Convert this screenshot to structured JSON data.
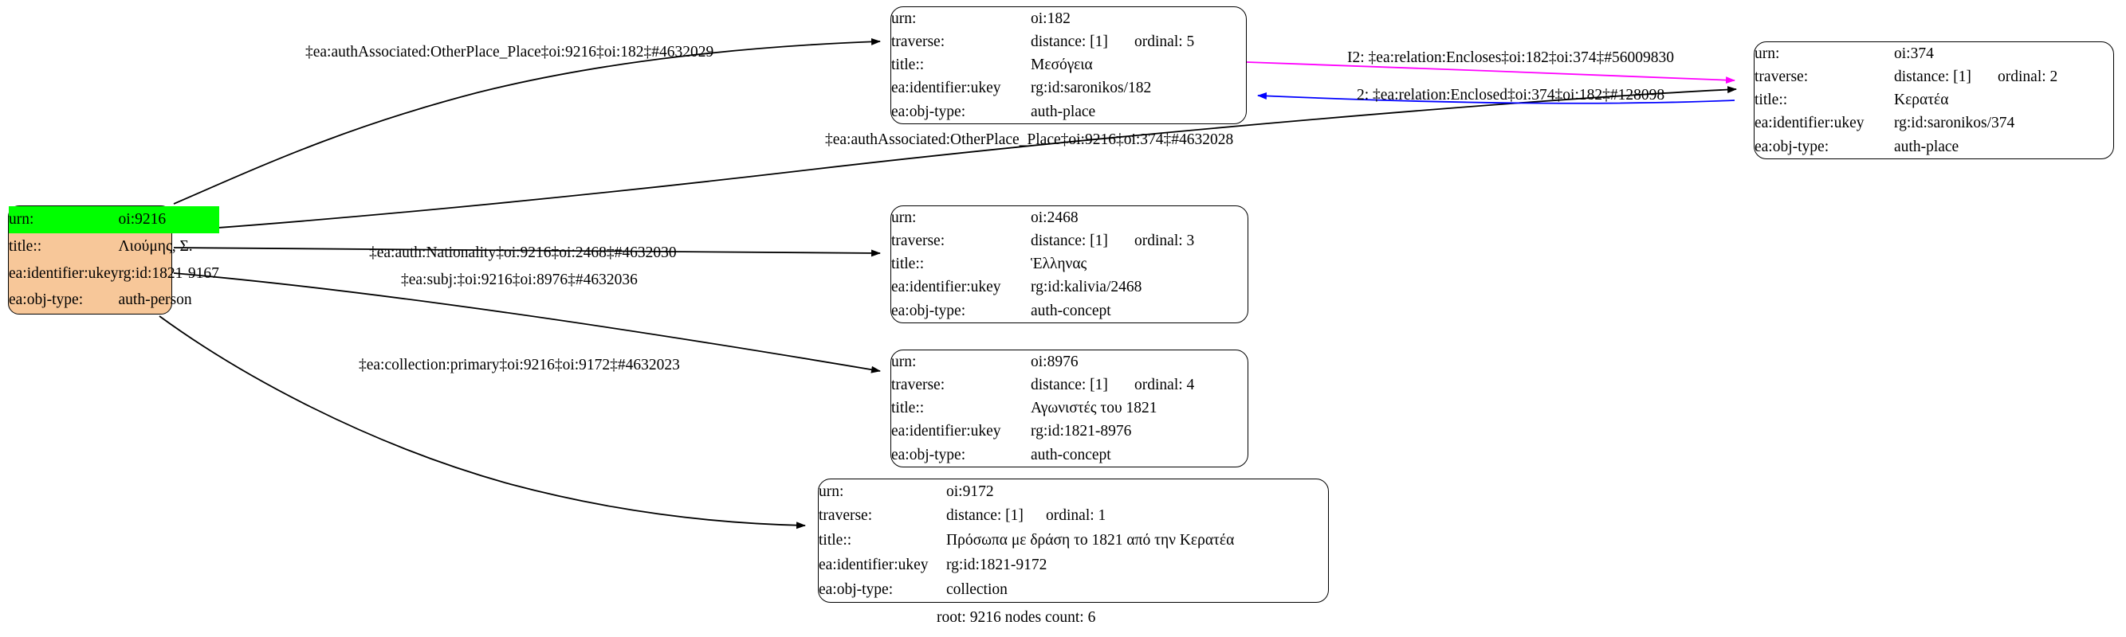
{
  "graph": {
    "caption": "root: 9216 nodes count: 6",
    "colors": {
      "root_fill": "#f7c799",
      "highlight_fill": "#00ff00",
      "node_fill": "#ffffff",
      "node_stroke": "#000000",
      "edge_default": "#000000",
      "edge_encloses": "#ff00ff",
      "edge_enclosed": "#0000ff"
    },
    "nodes": [
      {
        "id": "root-9216",
        "kind": "root",
        "rows": [
          {
            "key": "urn:",
            "value": "oi:9216",
            "highlight": true
          },
          {
            "key": "title::",
            "value": "Λιούμης, Σ."
          },
          {
            "key": "ea:identifier:ukey",
            "value": "rg:id:1821-9167"
          },
          {
            "key": "ea:obj-type:",
            "value": "auth-person"
          }
        ]
      },
      {
        "id": "node-182",
        "kind": "plain",
        "rows": [
          {
            "key": "urn:",
            "value": "oi:182"
          },
          {
            "key": "traverse:",
            "value": "distance: [1]",
            "value2": "ordinal: 5"
          },
          {
            "key": "title::",
            "value": "Μεσόγεια"
          },
          {
            "key": "ea:identifier:ukey",
            "value": "rg:id:saronikos/182"
          },
          {
            "key": "ea:obj-type:",
            "value": "auth-place"
          }
        ]
      },
      {
        "id": "node-374",
        "kind": "plain",
        "rows": [
          {
            "key": "urn:",
            "value": "oi:374"
          },
          {
            "key": "traverse:",
            "value": "distance: [1]",
            "value2": "ordinal: 2"
          },
          {
            "key": "title::",
            "value": "Κερατέα"
          },
          {
            "key": "ea:identifier:ukey",
            "value": "rg:id:saronikos/374"
          },
          {
            "key": "ea:obj-type:",
            "value": "auth-place"
          }
        ]
      },
      {
        "id": "node-2468",
        "kind": "plain",
        "rows": [
          {
            "key": "urn:",
            "value": "oi:2468"
          },
          {
            "key": "traverse:",
            "value": "distance: [1]",
            "value2": "ordinal: 3"
          },
          {
            "key": "title::",
            "value": "Ἑλληνας"
          },
          {
            "key": "ea:identifier:ukey",
            "value": "rg:id:kalivia/2468"
          },
          {
            "key": "ea:obj-type:",
            "value": "auth-concept"
          }
        ]
      },
      {
        "id": "node-8976",
        "kind": "plain",
        "rows": [
          {
            "key": "urn:",
            "value": "oi:8976"
          },
          {
            "key": "traverse:",
            "value": "distance: [1]",
            "value2": "ordinal: 4"
          },
          {
            "key": "title::",
            "value": "Αγωνιστές του 1821"
          },
          {
            "key": "ea:identifier:ukey",
            "value": "rg:id:1821-8976"
          },
          {
            "key": "ea:obj-type:",
            "value": "auth-concept"
          }
        ]
      },
      {
        "id": "node-9172",
        "kind": "plain",
        "rows": [
          {
            "key": "urn:",
            "value": "oi:9172"
          },
          {
            "key": "traverse:",
            "value": "distance: [1]",
            "value2": "ordinal: 1"
          },
          {
            "key": "title::",
            "value": "Πρόσωπα με δράση το 1821 από την Κερατέα"
          },
          {
            "key": "ea:identifier:ukey",
            "value": "rg:id:1821-9172"
          },
          {
            "key": "ea:obj-type:",
            "value": "collection"
          }
        ]
      }
    ],
    "edges": [
      {
        "id": "e-9216-182",
        "label": "‡ea:authAssociated:OtherPlace_Place‡oi:9216‡oi:182‡#4632029",
        "color": "#000000"
      },
      {
        "id": "e-9216-374",
        "label": "‡ea:authAssociated:OtherPlace_Place‡oi:9216‡oi:374‡#4632028",
        "color": "#000000"
      },
      {
        "id": "e-182-374",
        "label": "I2: ‡ea:relation:Encloses‡oi:182‡oi:374‡#56009830",
        "color": "#ff00ff"
      },
      {
        "id": "e-374-182",
        "label": "2: ‡ea:relation:Enclosed‡oi:374‡oi:182‡#128098",
        "color": "#0000ff"
      },
      {
        "id": "e-9216-2468",
        "label": "‡ea:auth:Nationality‡oi:9216‡oi:2468‡#4632030",
        "color": "#000000"
      },
      {
        "id": "e-9216-8976",
        "label": "‡ea:subj:‡oi:9216‡oi:8976‡#4632036",
        "color": "#000000"
      },
      {
        "id": "e-9216-9172",
        "label": "‡ea:collection:primary‡oi:9216‡oi:9172‡#4632023",
        "color": "#000000"
      }
    ]
  }
}
